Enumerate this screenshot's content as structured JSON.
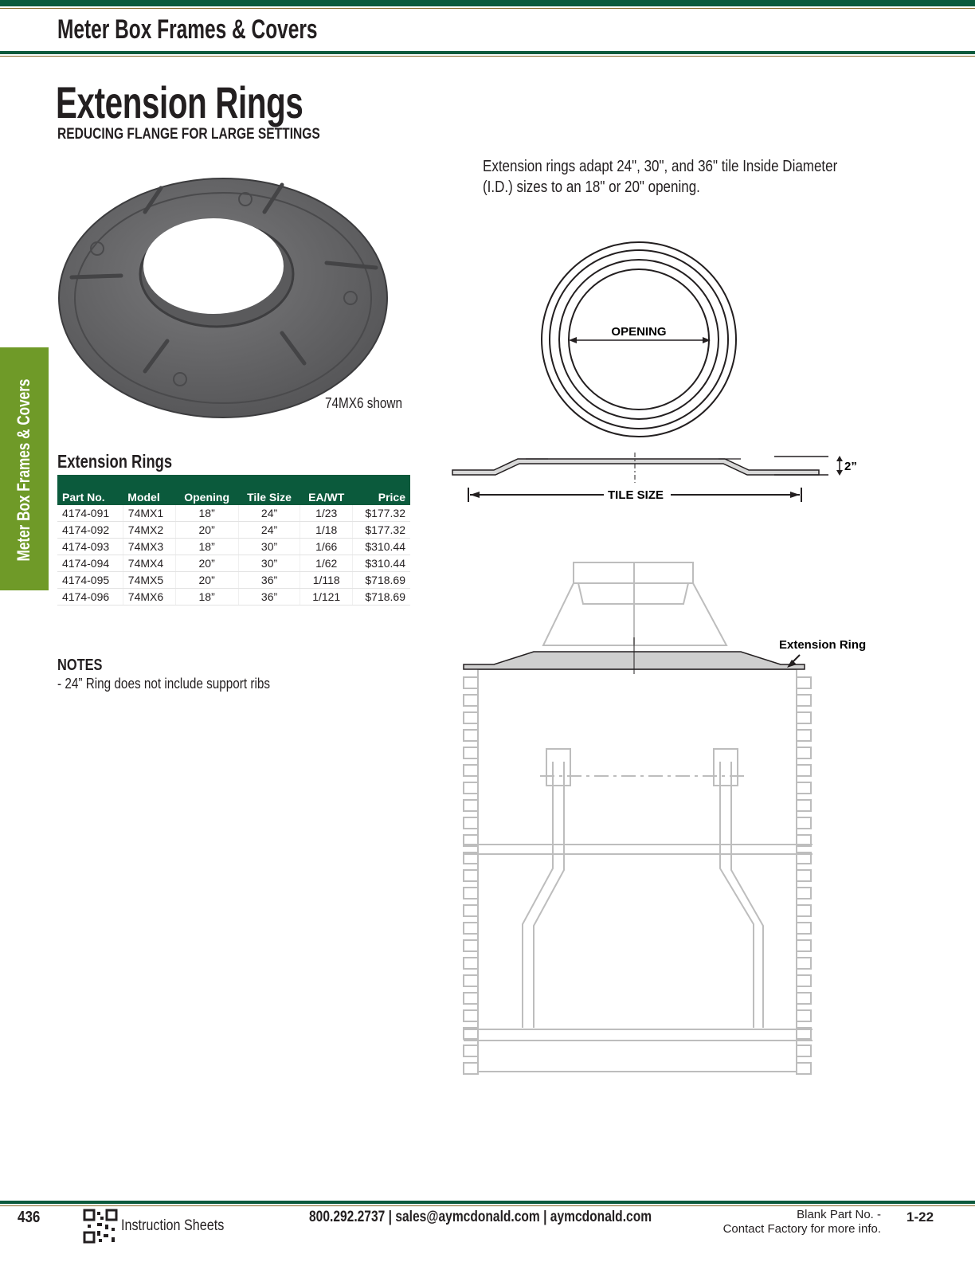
{
  "header": {
    "title": "Meter Box Frames & Covers"
  },
  "side_tab": {
    "label": "Meter Box Frames & Covers"
  },
  "page": {
    "title": "Extension Rings",
    "subtitle": "REDUCING FLANGE FOR LARGE SETTINGS",
    "intro": "Extension rings adapt 24\", 30\", and 36\" tile Inside Diameter (I.D.) sizes to an 18\" or 20\" opening.",
    "photo_caption": "74MX6 shown"
  },
  "table": {
    "heading": "Extension Rings",
    "columns": [
      "Part No.",
      "Model",
      "Opening",
      "Tile Size",
      "EA/WT",
      "Price"
    ],
    "rows": [
      [
        "4174-091",
        "74MX1",
        "18”",
        "24”",
        "1/23",
        "$177.32"
      ],
      [
        "4174-092",
        "74MX2",
        "20”",
        "24”",
        "1/18",
        "$177.32"
      ],
      [
        "4174-093",
        "74MX3",
        "18”",
        "30”",
        "1/66",
        "$310.44"
      ],
      [
        "4174-094",
        "74MX4",
        "20”",
        "30”",
        "1/62",
        "$310.44"
      ],
      [
        "4174-095",
        "74MX5",
        "20”",
        "36”",
        "1/118",
        "$718.69"
      ],
      [
        "4174-096",
        "74MX6",
        "18”",
        "36”",
        "1/121",
        "$718.69"
      ]
    ]
  },
  "notes": {
    "title": "NOTES",
    "item": "-  24” Ring does not include support ribs"
  },
  "diagram": {
    "opening_label": "OPENING",
    "tile_size_label": "TILE SIZE",
    "height_label": "2”",
    "extension_ring_label": "Extension Ring"
  },
  "footer": {
    "page_number": "436",
    "instruction_sheets": "Instruction Sheets",
    "contact": "800.292.2737  |  sales@aymcdonald.com  |  aymcdonald.com",
    "blank_part_line1": "Blank Part No. -",
    "blank_part_line2": "Contact Factory for more info.",
    "page_code": "1-22"
  },
  "colors": {
    "brand_green": "#0b5a3c",
    "tab_green": "#6f9a28",
    "gold_rule": "#8a6a2a"
  }
}
